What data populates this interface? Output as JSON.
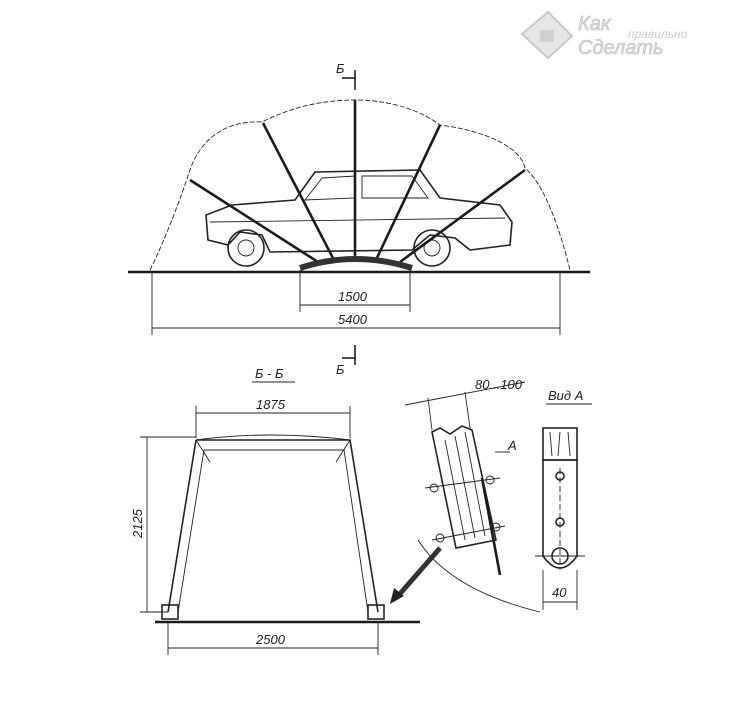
{
  "watermark": {
    "line1": "Как",
    "line2": "правильно",
    "line3": "Сделать"
  },
  "side_view": {
    "section_mark_top": "Б",
    "section_mark_bottom": "Б",
    "dim_inner": "1500",
    "dim_overall": "5400"
  },
  "section_view": {
    "title": "Б - Б",
    "dim_top_width": "1875",
    "dim_height": "2125",
    "dim_base_width": "2500"
  },
  "detail": {
    "dim_post_width": "80...100",
    "view_arrow_label": "А",
    "view_title": "Вид А",
    "dim_plate_width": "40"
  }
}
